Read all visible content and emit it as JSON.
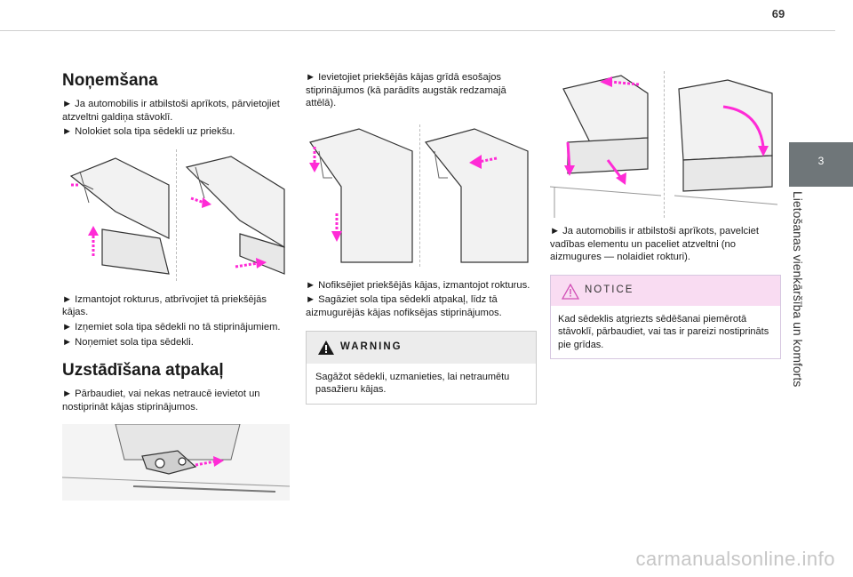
{
  "page_number": "69",
  "side_tab": {
    "number": "3",
    "label": "Lietošanas vienkāršība un komforts"
  },
  "col1": {
    "heading1": "Noņemšana",
    "p1": "► Ja automobilis ir atbilstoši aprīkots, pārvietojiet atzveltni galdiņa stāvoklī.",
    "p2": "► Nolokiet sola tipa sēdekli uz priekšu.",
    "p3": "► Izmantojot rokturus, atbrīvojiet tā priekšējās kājas.",
    "p4": "► Izņemiet sola tipa sēdekli no tā stiprinājumiem.",
    "p5": "► Noņemiet sola tipa sēdekli.",
    "heading2": "Uzstādīšana atpakaļ",
    "p6": "► Pārbaudiet, vai nekas netraucē ievietot un nostiprināt kājas stiprinājumos."
  },
  "col2": {
    "p1": "► Ievietojiet priekšējās kājas grīdā esošajos stiprinājumos (kā parādīts augstāk redzamajā attēlā).",
    "p2": "► Nofiksējiet priekšējās kājas, izmantojot rokturus.",
    "p3": "► Sagāziet sola tipa sēdekli atpakaļ, līdz tā aizmugurējās kājas nofiksējas stiprinājumos.",
    "warning_label": "WARNING",
    "warning_text": "Sagāžot sēdekli, uzmanieties, lai netraumētu pasažieru kājas."
  },
  "col3": {
    "p1": "► Ja automobilis ir atbilstoši aprīkots, pavelciet vadības elementu un paceliet atzveltni (no aizmugures — nolaidiet rokturi).",
    "notice_label": "NOTICE",
    "notice_text": "Kad sēdeklis atgriezts sēdēšanai piemērotā stāvoklī, pārbaudiet, vai tas ir pareizi nostiprināts pie grīdas."
  },
  "watermark": "carmanualsonline.info",
  "colors": {
    "accent_magenta": "#ff2bd6",
    "tab_gray": "#6f7679",
    "notice_pink": "#f9dcf2",
    "warning_gray": "#ececec"
  }
}
